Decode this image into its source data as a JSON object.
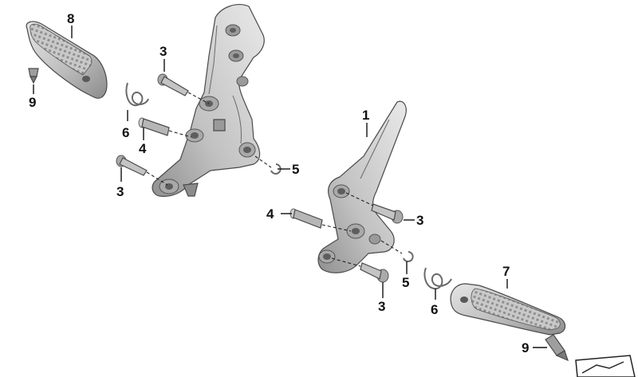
{
  "callouts": {
    "c1": "1",
    "c3a": "3",
    "c3b": "3",
    "c3c": "3",
    "c3d": "3",
    "c4a": "4",
    "c4b": "4",
    "c5a": "5",
    "c5b": "5",
    "c6a": "6",
    "c6b": "6",
    "c7": "7",
    "c8": "8",
    "c9a": "9",
    "c9b": "9"
  },
  "colors": {
    "metal_light": "#d9d9d9",
    "metal_mid": "#b3b3b3",
    "metal_dark": "#7d7d7d",
    "outline": "#4a4a4a"
  },
  "icons": {
    "corner": "page-corner-icon"
  }
}
